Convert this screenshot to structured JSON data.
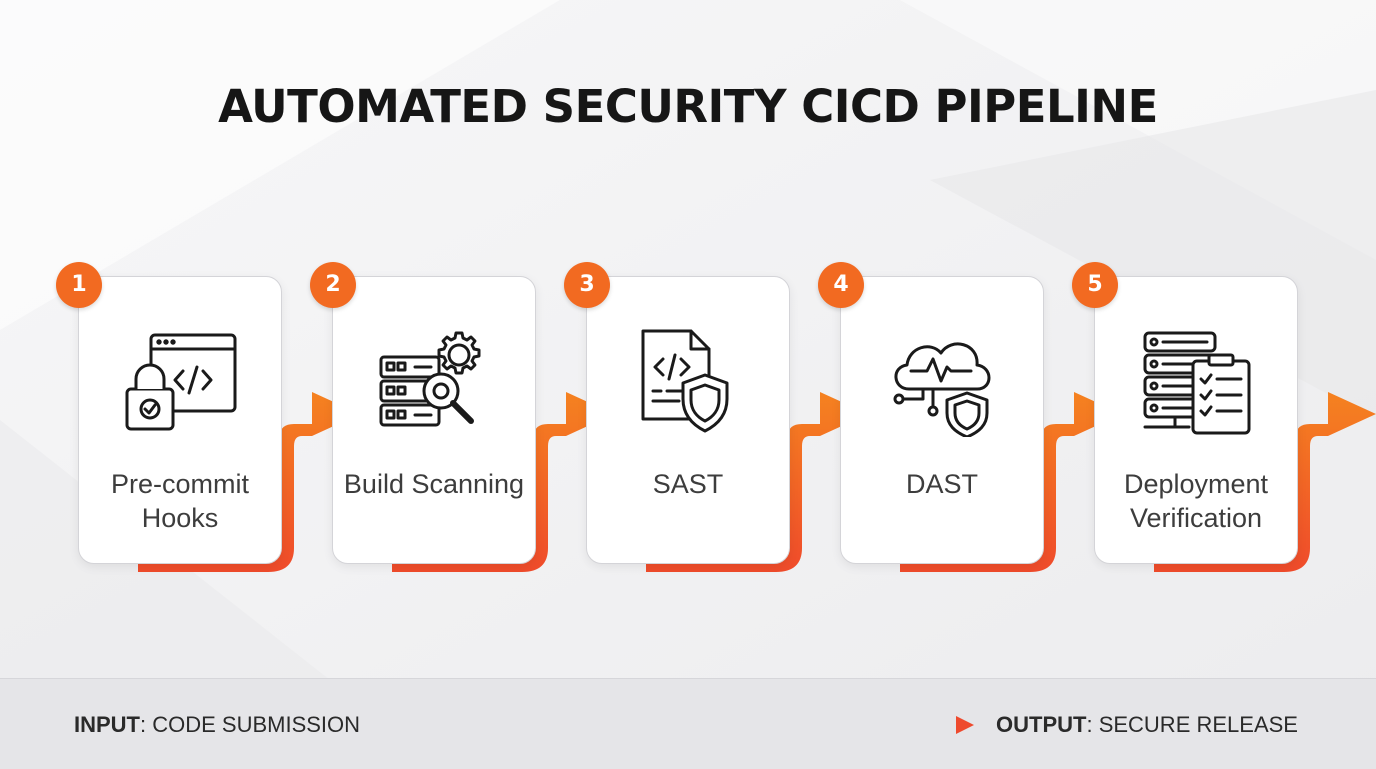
{
  "title": "AUTOMATED SECURITY CICD PIPELINE",
  "steps": [
    {
      "number": "1",
      "label": "Pre-commit Hooks",
      "icon": "code-lock-icon"
    },
    {
      "number": "2",
      "label": "Build Scanning",
      "icon": "server-gear-search-icon"
    },
    {
      "number": "3",
      "label": "SAST",
      "icon": "code-file-shield-icon"
    },
    {
      "number": "4",
      "label": "DAST",
      "icon": "cloud-heartbeat-shield-icon"
    },
    {
      "number": "5",
      "label": "Deployment Verification",
      "icon": "server-checklist-icon"
    }
  ],
  "footer": {
    "input_key": "INPUT",
    "input_value": "CODE SUBMISSION",
    "output_key": "OUTPUT",
    "output_value": "SECURE RELEASE"
  },
  "colors": {
    "accent": "#f26a21",
    "accent_dark": "#f04a2b",
    "card_border": "#d4d4d8",
    "text": "#161616"
  }
}
